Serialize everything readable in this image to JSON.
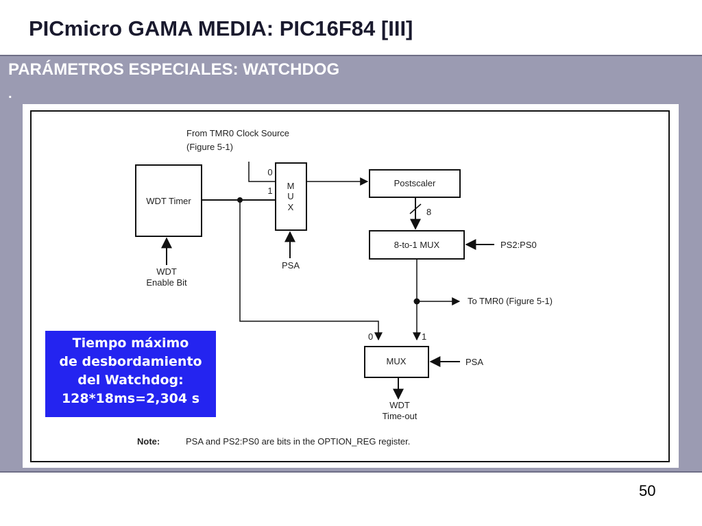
{
  "slide": {
    "title": "PICmicro GAMA MEDIA: PIC16F84 [III]",
    "subtitle": "PARÁMETROS ESPECIALES: WATCHDOG",
    "bullet": ".",
    "page_number": "50"
  },
  "diagram": {
    "source_line1": "From TMR0 Clock Source",
    "source_line2": "(Figure 5-1)",
    "wdt_timer": "WDT Timer",
    "wdt_enable_line1": "WDT",
    "wdt_enable_line2": "Enable Bit",
    "mux1_in0": "0",
    "mux1_in1": "1",
    "mux1_m": "M",
    "mux1_u": "U",
    "mux1_x": "X",
    "psa_bottom": "PSA",
    "postscaler": "Postscaler",
    "bus_width": "8",
    "mux8": "8-to-1 MUX",
    "ps_sel": "PS2:PS0",
    "to_tmr0": "To TMR0 (Figure 5-1)",
    "mux2_in0": "0",
    "mux2_in1": "1",
    "mux2": "MUX",
    "psa_right": "PSA",
    "timeout_line1": "WDT",
    "timeout_line2": "Time-out",
    "note_label": "Note:",
    "note_text": "PSA and PS2:PS0 are bits in the OPTION_REG register."
  },
  "callout": {
    "line1": "Tiempo máximo",
    "line2": "de desbordamiento",
    "line3": "del Watchdog:",
    "line4": "128*18ms=2,304 s"
  }
}
